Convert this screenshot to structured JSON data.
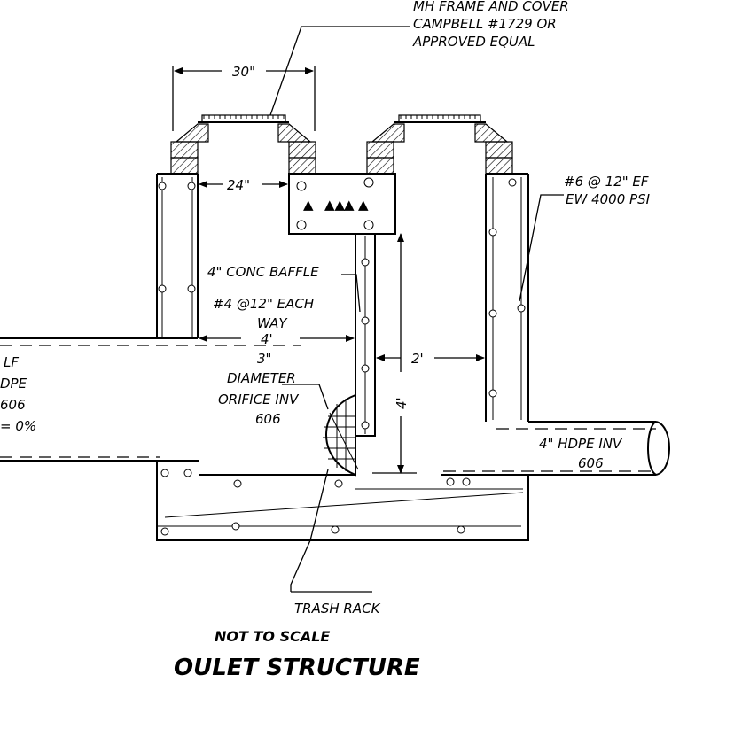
{
  "labels": {
    "mh_frame_1": "MH FRAME AND COVER",
    "mh_frame_2": "CAMPBELL #1729 OR",
    "mh_frame_3": "APPROVED EQUAL",
    "dim_30": "30\"",
    "dim_24": "24\"",
    "rebar_1": "#6 @ 12\" EF",
    "rebar_2": "EW  4000 PSI",
    "baffle": "4\" CONC BAFFLE",
    "baffle_rebar_1": "#4 @12\" EACH",
    "baffle_rebar_2": "WAY",
    "dim_4ft_h": "4'",
    "orifice_1": "3\"",
    "orifice_2": "DIAMETER",
    "orifice_3": "ORIFICE INV",
    "orifice_4": "606",
    "dim_2ft": "2'",
    "dim_4ft_v": "4'",
    "inlet_1": "LF",
    "inlet_2": "DPE",
    "inlet_3": "606",
    "inlet_4": "= 0%",
    "outlet_1": "4\" HDPE INV",
    "outlet_2": "606",
    "trash_rack": "TRASH RACK",
    "not_to_scale": "NOT TO SCALE",
    "title": "OULET STRUCTURE"
  }
}
